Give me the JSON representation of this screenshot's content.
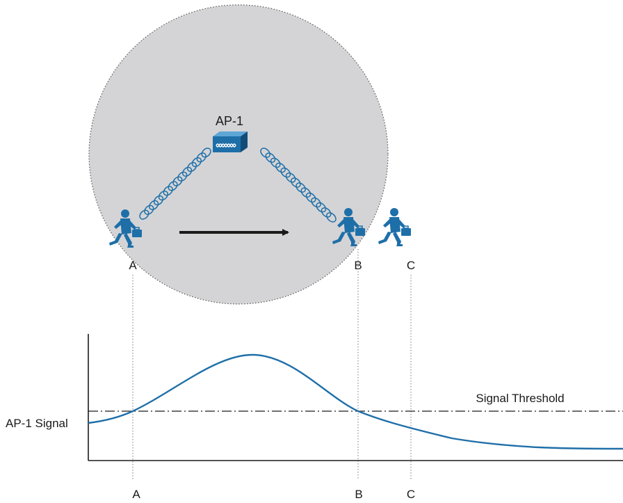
{
  "access_point": {
    "label": "AP-1",
    "icon": "access-point-icon"
  },
  "positions": [
    {
      "id": "a",
      "label": "A"
    },
    {
      "id": "b",
      "label": "B"
    },
    {
      "id": "c",
      "label": "C"
    }
  ],
  "graph": {
    "y_label": "AP-1 Signal",
    "threshold_label": "Signal Threshold"
  },
  "colors": {
    "coverage_fill": "#d4d4d6",
    "device_blue": "#1e6fa8",
    "curve": "#1f6fa9",
    "arrow": "#1a1a1a"
  },
  "icons": {
    "user": "walking-user-icon",
    "signal": "wireless-signal-icon",
    "arrow": "movement-arrow-icon"
  }
}
